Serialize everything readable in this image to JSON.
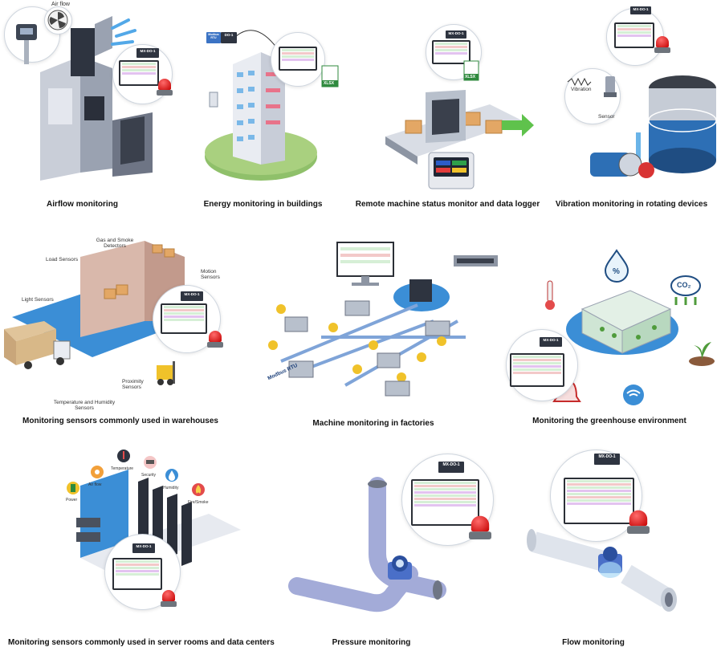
{
  "tiles": [
    {
      "caption": "Airflow monitoring",
      "labels": {
        "airflow": "Air flow",
        "device": "MX-DO-1"
      },
      "icons": [
        "fan-icon",
        "air-sensor-icon",
        "alarm-light-icon"
      ]
    },
    {
      "caption": "Energy monitoring in buildings",
      "labels": {
        "modbus": "Modbus RTU",
        "device": "DO-1",
        "xlsx": "XLSX"
      },
      "icons": [
        "building-icon",
        "spreadsheet-icon"
      ]
    },
    {
      "caption": "Remote machine status monitor and data logger",
      "labels": {
        "device": "MX-DO-1",
        "xlsx": "XLSX"
      },
      "icons": [
        "conveyor-icon",
        "status-panel-icon"
      ]
    },
    {
      "caption": "Vibration monitoring in rotating devices",
      "labels": {
        "device": "MX-DO-1",
        "vibration": "Vibration",
        "sensor": "Sensor"
      },
      "icons": [
        "tank-icon",
        "motor-icon",
        "alarm-light-icon"
      ]
    },
    {
      "caption": "Monitoring sensors commonly used in warehouses",
      "labels": {
        "load": "Load Sensors",
        "gas": "Gas and Smoke Detectors",
        "motion": "Motion Sensors",
        "light": "Light Sensors",
        "proximity": "Proximity Sensors",
        "temp": "Temperature and Humidity Sensors",
        "device": "MX-DO-1"
      },
      "icons": [
        "warehouse-icon",
        "truck-icon",
        "forklift-icon",
        "alarm-light-icon"
      ]
    },
    {
      "caption": "Machine monitoring in factories",
      "labels": {
        "modbus": "Modbus RTU"
      },
      "icons": [
        "factory-network-icon",
        "desktop-monitor-icon",
        "switch-icon"
      ]
    },
    {
      "caption": "Monitoring the greenhouse environment",
      "labels": {
        "device": "MX-DO-1",
        "co2": "CO₂",
        "percent": "%"
      },
      "icons": [
        "greenhouse-icon",
        "thermometer-icon",
        "humidity-icon",
        "plant-icon",
        "bell-icon",
        "wifi-sensor-icon"
      ]
    },
    {
      "caption": "Monitoring sensors commonly used in server rooms and data centers",
      "labels": {
        "power": "Power",
        "airflow": "Air flow",
        "temperature": "Temperature",
        "security": "Security",
        "humidity": "Humidity",
        "fire": "Fire/Smoke",
        "device": "MX-DO-1"
      },
      "icons": [
        "server-rack-icon",
        "alarm-light-icon"
      ]
    },
    {
      "caption": "Pressure monitoring",
      "labels": {
        "device": "MX-DO-1"
      },
      "icons": [
        "pipe-icon",
        "pressure-gauge-icon",
        "alarm-light-icon"
      ]
    },
    {
      "caption": "Flow monitoring",
      "labels": {
        "device": "MX-DO-1"
      },
      "icons": [
        "pipe-icon",
        "flow-meter-icon",
        "alarm-light-icon"
      ]
    }
  ]
}
